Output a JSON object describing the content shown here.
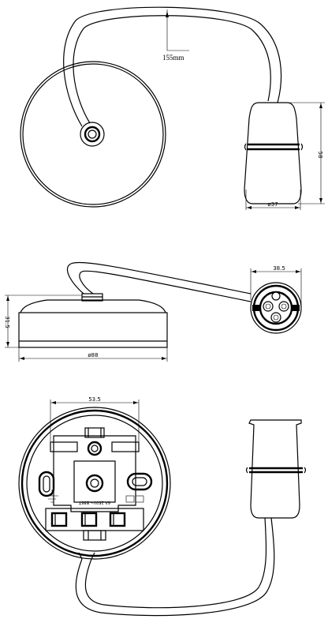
{
  "dimensions": {
    "cable_length": "155mm",
    "holder_height": "58",
    "holder_diameter": "ø37",
    "side_width": "38.5",
    "rose_height": "31.5",
    "rose_diameter": "ø88",
    "bottom_width": "53.5"
  },
  "markings": {
    "rating": "6A 250V~ B86T"
  }
}
